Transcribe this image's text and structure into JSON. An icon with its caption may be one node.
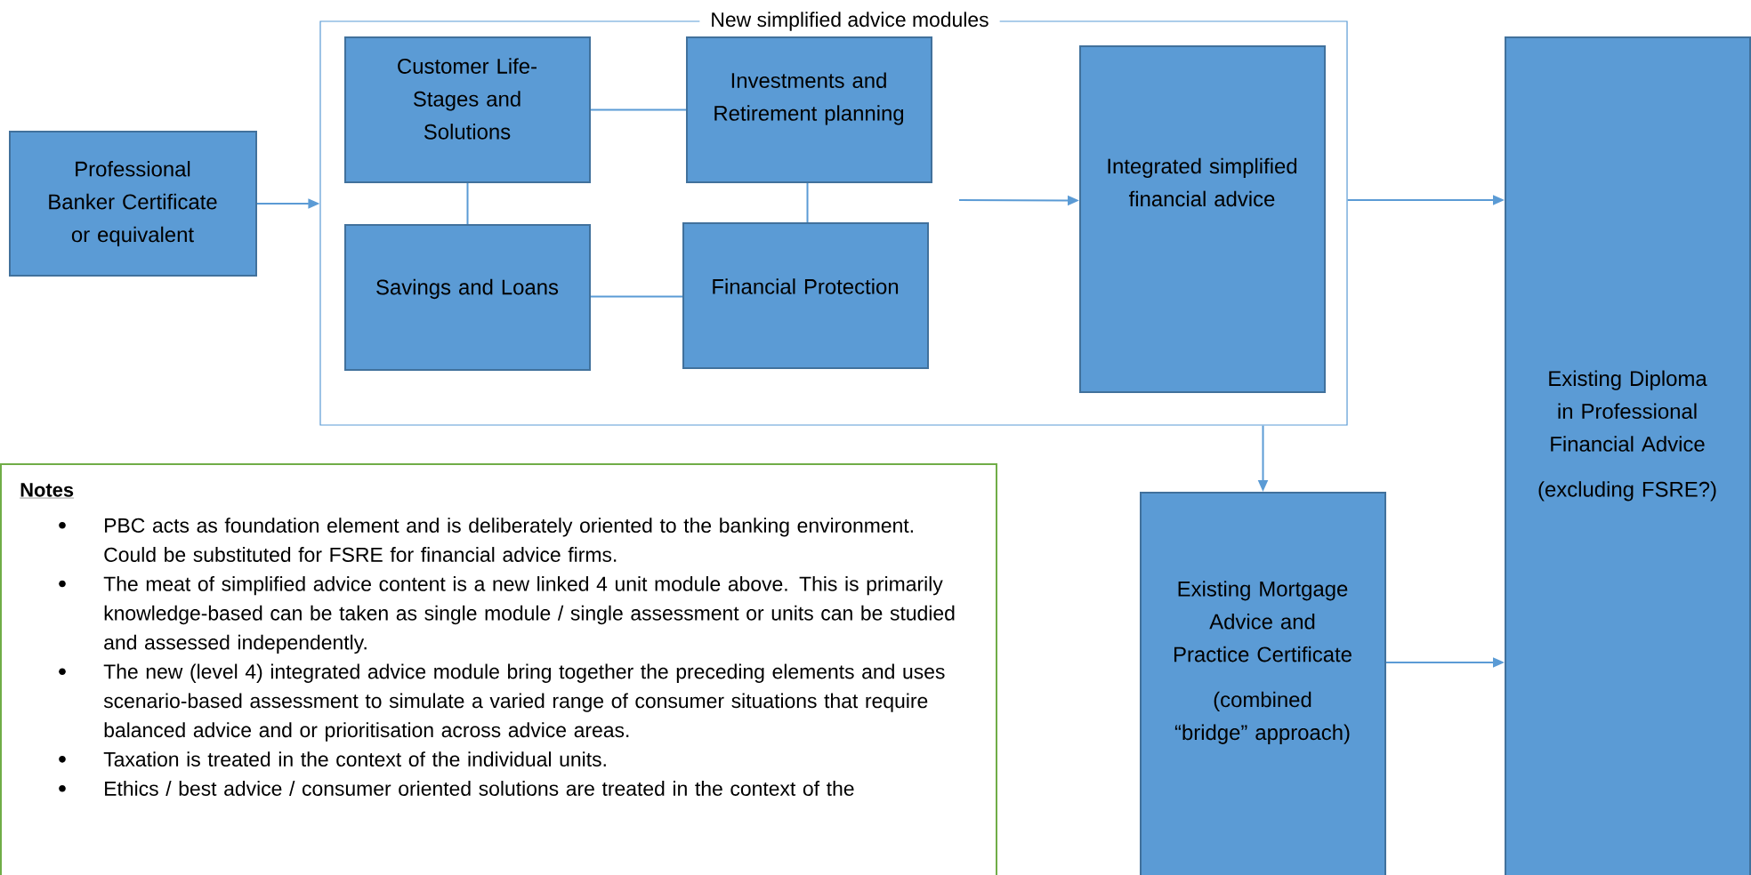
{
  "diagram": {
    "nodes": [
      {
        "text": [
          "Professional Banker Certificate or equivalent"
        ]
      },
      {
        "text": [
          "New simplified advice modules"
        ]
      },
      {
        "text": [
          "Customer Life-Stages and Solutions"
        ],
        "in": 1
      },
      {
        "text": [
          "Investments and Retirement planning"
        ],
        "in": 1
      },
      {
        "text": [
          "Savings and Loans"
        ],
        "in": 1
      },
      {
        "text": [
          "Financial Protection"
        ],
        "in": 1
      },
      {
        "text": [
          "Integrated simplified financial advice"
        ],
        "in": 1
      },
      {
        "text": [
          "Existing Mortgage Advice and Practice Certificate",
          "(combined “bridge” approach)"
        ]
      },
      {
        "text": [
          "Existing Diploma in Professional Financial Advice",
          "(excluding FSRE?)"
        ]
      },
      {
        "text": [
          "Notes",
          "PBC acts as foundation element and is deliberately oriented to the banking environment. Could be substituted for FSRE for financial advice firms.",
          "The meat of simplified advice content is a new linked 4 unit module above. This is primarily knowledge-based can be taken as single module / single assessment or units can be studied and assessed independently.",
          "The new (level 4) integrated advice module bring together the preceding elements and uses scenario-based assessment to simulate a varied range of consumer situations that require balanced advice and or prioritisation across advice areas.",
          "Taxation is treated in the context of the individual units.",
          "Ethics / best advice / consumer oriented solutions are treated in the context of the"
        ]
      }
    ],
    "edges": [
      {
        "from": 0,
        "to": 1,
        "arrow": "to"
      },
      {
        "from": 2,
        "to": 3,
        "arrow": "none"
      },
      {
        "from": 2,
        "to": 4,
        "arrow": "none"
      },
      {
        "from": 3,
        "to": 5,
        "arrow": "none"
      },
      {
        "from": 4,
        "to": 5,
        "arrow": "none"
      },
      {
        "from": null,
        "to": 6,
        "arrow": "to"
      },
      {
        "from": 1,
        "to": 8,
        "arrow": "to"
      },
      {
        "from": 1,
        "to": 7,
        "arrow": "to"
      },
      {
        "from": 7,
        "to": 8,
        "arrow": "to"
      }
    ]
  }
}
